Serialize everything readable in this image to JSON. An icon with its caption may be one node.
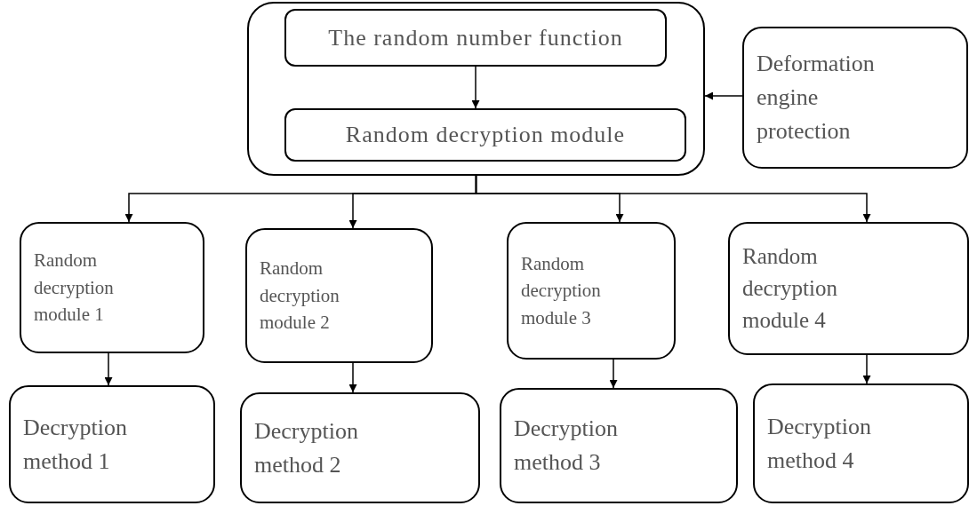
{
  "diagram": {
    "nodes": [
      {
        "text": [],
        "shape": "box"
      },
      {
        "text": [
          "The random number function"
        ],
        "in": 0
      },
      {
        "text": [
          "Random decryption module"
        ],
        "in": 0
      },
      {
        "text": [
          "Deformation engine protection"
        ]
      },
      {
        "text": [
          "Random decryption module 1"
        ]
      },
      {
        "text": [
          "Random decryption module 2"
        ]
      },
      {
        "text": [
          "Random decryption module 3"
        ]
      },
      {
        "text": [
          "Random decryption module 4"
        ]
      },
      {
        "text": [
          "Decryption method 1"
        ]
      },
      {
        "text": [
          "Decryption method 2"
        ]
      },
      {
        "text": [
          "Decryption method 3"
        ]
      },
      {
        "text": [
          "Decryption method 4"
        ]
      }
    ],
    "edges": [
      {
        "from": 1,
        "to": 2,
        "arrow": "to"
      },
      {
        "from": 3,
        "to": 0,
        "arrow": "to"
      },
      {
        "from": 0,
        "to": 4,
        "arrow": "to"
      },
      {
        "from": 0,
        "to": 5,
        "arrow": "to"
      },
      {
        "from": 0,
        "to": 6,
        "arrow": "to"
      },
      {
        "from": 0,
        "to": 7,
        "arrow": "to"
      },
      {
        "from": 4,
        "to": 8,
        "arrow": "to"
      },
      {
        "from": 5,
        "to": 9,
        "arrow": "to"
      },
      {
        "from": 6,
        "to": 10,
        "arrow": "to"
      },
      {
        "from": 7,
        "to": 11,
        "arrow": "to"
      }
    ]
  }
}
